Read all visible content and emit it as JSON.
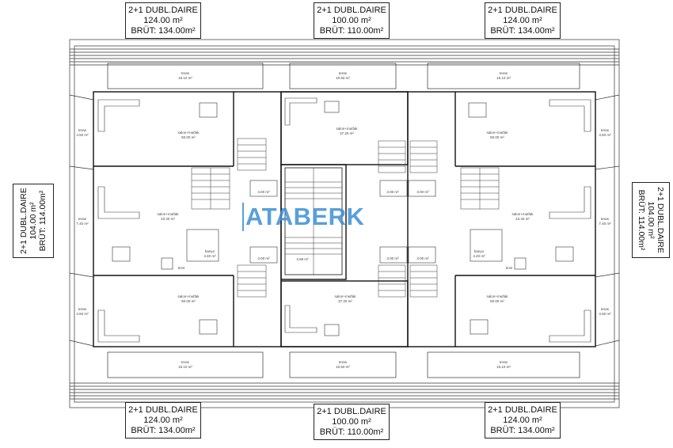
{
  "units": {
    "top": [
      {
        "title": "2+1 DUBL.DAIRE",
        "net": "124.00 m²",
        "gross": "BRÜT: 134.00m²"
      },
      {
        "title": "2+1 DUBL.DAIRE",
        "net": "100.00 m²",
        "gross": "BRÜT: 110.00m²"
      },
      {
        "title": "2+1 DUBL.DAIRE",
        "net": "124.00 m²",
        "gross": "BRÜT: 134.00m²"
      }
    ],
    "bottom": [
      {
        "title": "2+1 DUBL.DAIRE",
        "net": "124.00 m²",
        "gross": "BRÜT: 134.00m²"
      },
      {
        "title": "2+1 DUBL.DAIRE",
        "net": "100.00 m²",
        "gross": "BRÜT: 110.00m²"
      },
      {
        "title": "2+1 DUBL.DAIRE",
        "net": "124.00 m²",
        "gross": "BRÜT: 134.00m²"
      }
    ],
    "left": {
      "title": "2+1 DUBL.DAIRE",
      "net": "104.00 m²",
      "gross": "BRÜT: 114.00m²"
    },
    "right": {
      "title": "2+1 DUBL.DAIRE",
      "net": "104.00 m²",
      "gross": "BRÜT: 114.00m²"
    }
  },
  "logo": "ATABERK",
  "room_labels": {
    "teras": "teras",
    "salon": "salon+mutfak",
    "banyo": "banyo",
    "wm": "B.M",
    "a_1510": "15.10 m²",
    "a_1050": "10.50 m²",
    "a_450": "4.50 m²",
    "a_740": "7.40 m²",
    "a_5000": "50.00 m²",
    "a_3720": "37.20 m²",
    "a_4340": "43.40 m²",
    "a_440": "4.40 m²",
    "a_300": "3.00 m²",
    "a_468": "4.68 m²"
  },
  "colors": {
    "line": "#222222",
    "logo": "#3d8fd6"
  }
}
